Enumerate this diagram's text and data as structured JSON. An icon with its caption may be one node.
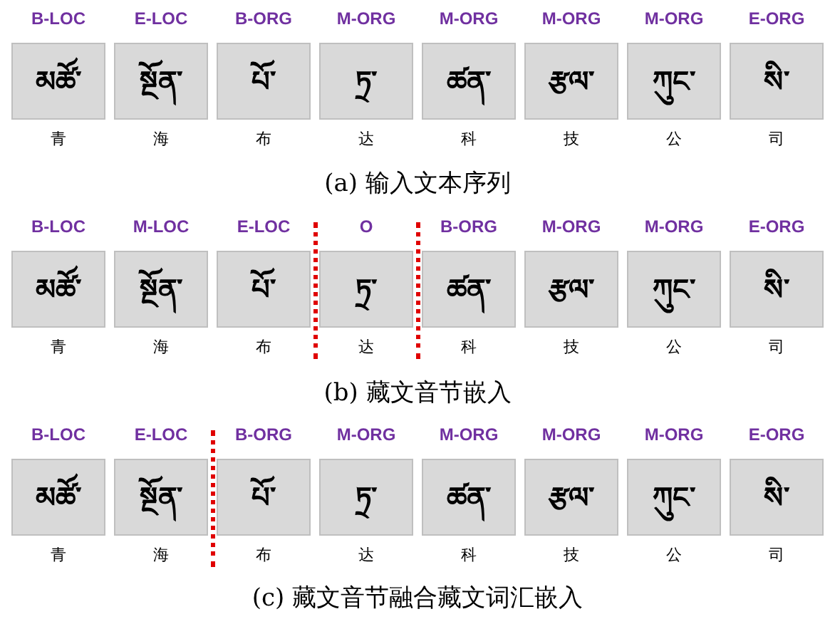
{
  "diagram": {
    "nodes": [
      {
        "text": [
          "B-LOC",
          "མཚོ་"
        ],
        "beside": [
          "青"
        ]
      },
      {
        "text": [
          "E-LOC",
          "སྔོན་"
        ],
        "beside": [
          "海"
        ]
      },
      {
        "text": [
          "B-ORG",
          "པོ་"
        ],
        "beside": [
          "布"
        ]
      },
      {
        "text": [
          "M-ORG",
          "ཏྲ་"
        ],
        "beside": [
          "达"
        ]
      },
      {
        "text": [
          "M-ORG",
          "ཚན་"
        ],
        "beside": [
          "科"
        ]
      },
      {
        "text": [
          "M-ORG",
          "རྩལ་"
        ],
        "beside": [
          "技"
        ]
      },
      {
        "text": [
          "M-ORG",
          "ཀུང་"
        ],
        "beside": [
          "公"
        ]
      },
      {
        "text": [
          "E-ORG",
          "སི་"
        ],
        "beside": [
          "司"
        ]
      },
      {
        "text": [
          "B-LOC",
          "མཚོ་"
        ],
        "beside": [
          "青"
        ]
      },
      {
        "text": [
          "M-LOC",
          "སྔོན་"
        ],
        "beside": [
          "海"
        ]
      },
      {
        "text": [
          "E-LOC",
          "པོ་"
        ],
        "beside": [
          "布"
        ]
      },
      {
        "text": [
          "O",
          "ཏྲ་"
        ],
        "beside": [
          "达"
        ]
      },
      {
        "text": [
          "B-ORG",
          "ཚན་"
        ],
        "beside": [
          "科"
        ]
      },
      {
        "text": [
          "M-ORG",
          "རྩལ་"
        ],
        "beside": [
          "技"
        ]
      },
      {
        "text": [
          "M-ORG",
          "ཀུང་"
        ],
        "beside": [
          "公"
        ]
      },
      {
        "text": [
          "E-ORG",
          "སི་"
        ],
        "beside": [
          "司"
        ]
      },
      {
        "text": [
          "B-LOC",
          "མཚོ་"
        ],
        "beside": [
          "青"
        ]
      },
      {
        "text": [
          "E-LOC",
          "སྔོན་"
        ],
        "beside": [
          "海"
        ]
      },
      {
        "text": [
          "B-ORG",
          "པོ་"
        ],
        "beside": [
          "布"
        ]
      },
      {
        "text": [
          "M-ORG",
          "ཏྲ་"
        ],
        "beside": [
          "达"
        ]
      },
      {
        "text": [
          "M-ORG",
          "ཚན་"
        ],
        "beside": [
          "科"
        ]
      },
      {
        "text": [
          "M-ORG",
          "རྩལ་"
        ],
        "beside": [
          "技"
        ]
      },
      {
        "text": [
          "M-ORG",
          "ཀུང་"
        ],
        "beside": [
          "公"
        ]
      },
      {
        "text": [
          "E-ORG",
          "སི་"
        ],
        "beside": [
          "司"
        ]
      }
    ],
    "labels": [
      "(a) 输入文本序列",
      "(b) 藏文音节嵌入",
      "(c) 藏文音节融合藏文词汇嵌入"
    ]
  }
}
